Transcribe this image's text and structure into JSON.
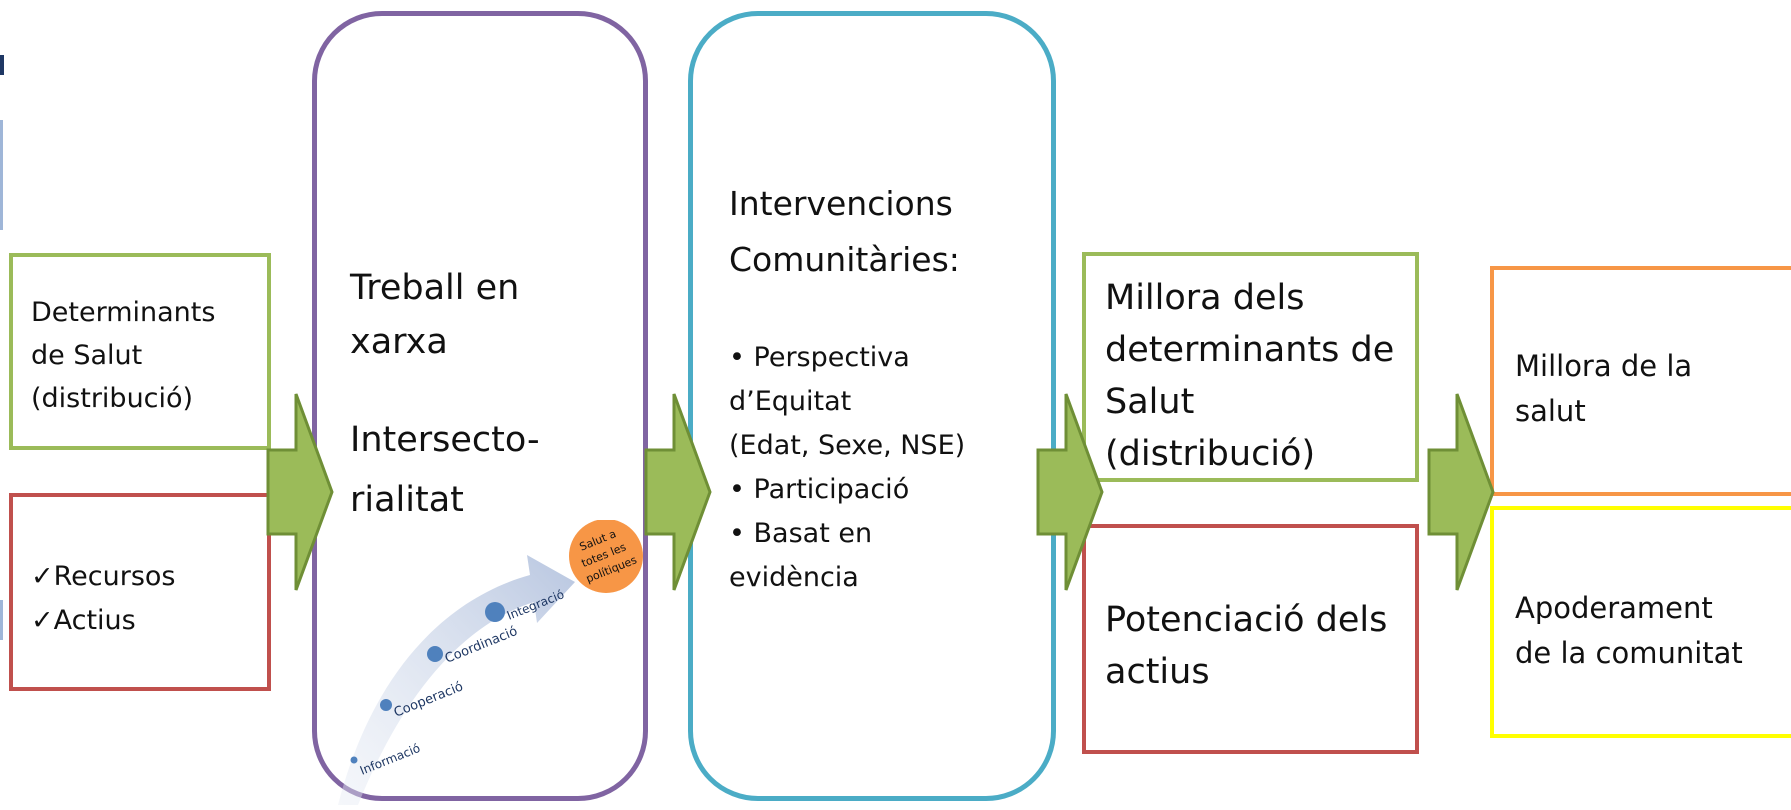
{
  "determinants": {
    "label": "Determinants\nde Salut\n(distribució)"
  },
  "resources": {
    "label": "✓Recursos\n✓Actius"
  },
  "network": {
    "title": "Treball en\nxarxa",
    "subtitle": "Intersecto-\nrialitat",
    "stages": [
      "Informació",
      "Cooperació",
      "Coordinació",
      "Integració"
    ],
    "goal": "Salut a\ntotes les\npolítiques"
  },
  "interventions": {
    "title": "Intervencions\nComunitàries:",
    "bullets": [
      "• Perspectiva\nd’Equitat\n(Edat, Sexe, NSE)",
      "• Participació",
      "• Basat en\nevidència"
    ]
  },
  "improvement": {
    "label": "Millora dels\ndeterminants de\nSalut\n(distribució)"
  },
  "assets": {
    "label": "Potenciació dels\nactius"
  },
  "health": {
    "label": "Millora de la\nsalut"
  },
  "empowerment": {
    "label": "Apoderament\nde la comunitat"
  },
  "colors": {
    "green": "#9bbb59",
    "red": "#c0504d",
    "purple": "#8064a2",
    "blue": "#4bacc6",
    "orange": "#f79646",
    "yellow": "#ffff00",
    "arrow_fill": "#9bbb59",
    "arrow_stroke": "#6f8f36",
    "goal_circle": "#f79646",
    "stage_dot": "#4f81bd"
  }
}
